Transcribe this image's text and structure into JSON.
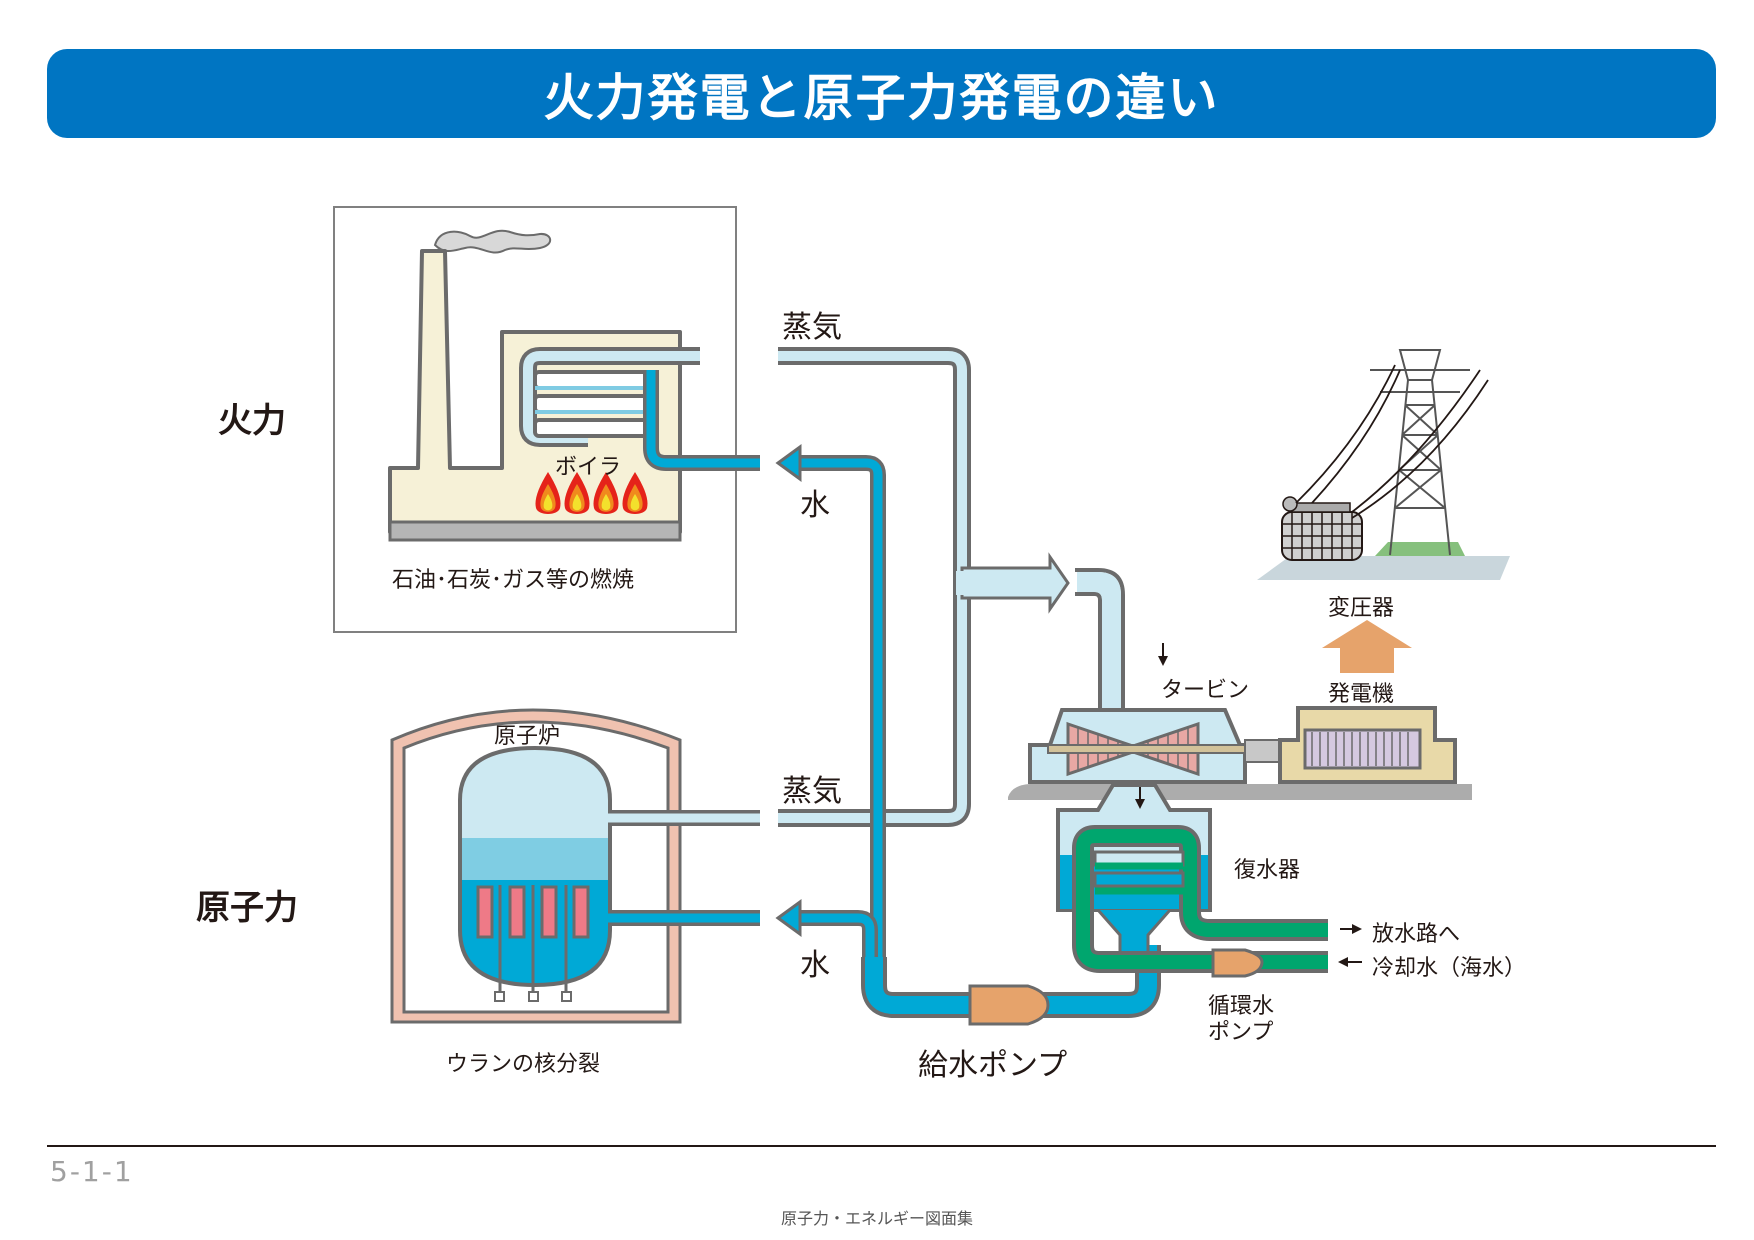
{
  "title": "火力発電と原子力発電の違い",
  "labels": {
    "thermal": "火力",
    "nuclear": "原子力",
    "steam_top": "蒸気",
    "water_top": "水",
    "steam_bottom": "蒸気",
    "water_bottom": "水",
    "boiler": "ボイラ",
    "thermal_fuel": "石油･石炭･ガス等の燃焼",
    "reactor": "原子炉",
    "nuclear_fuel": "ウランの核分裂",
    "turbine": "タービン",
    "generator": "発電機",
    "transformer": "変圧器",
    "condenser": "復水器",
    "discharge": "放水路へ",
    "cooling_water": "冷却水（海水）",
    "circulation_pump_line1": "循環水",
    "circulation_pump_line2": "ポンプ",
    "feed_pump": "給水ポンプ"
  },
  "colors": {
    "title_bg": "#0075c2",
    "steam": "#cde9f2",
    "water": "#00a9d6",
    "cooling": "#00a66e",
    "pump": "#e6a36b",
    "flame_outer": "#e5231a",
    "flame_mid": "#f08a1d",
    "flame_inner": "#f3e12c",
    "fuel_rod": "#ee7a87",
    "containment": "#f0c2b0",
    "building": "#f6f1d7",
    "generator": "#e8d9a8"
  },
  "footer": {
    "page_number": "5-1-1",
    "source": "原子力・エネルギー図面集"
  }
}
